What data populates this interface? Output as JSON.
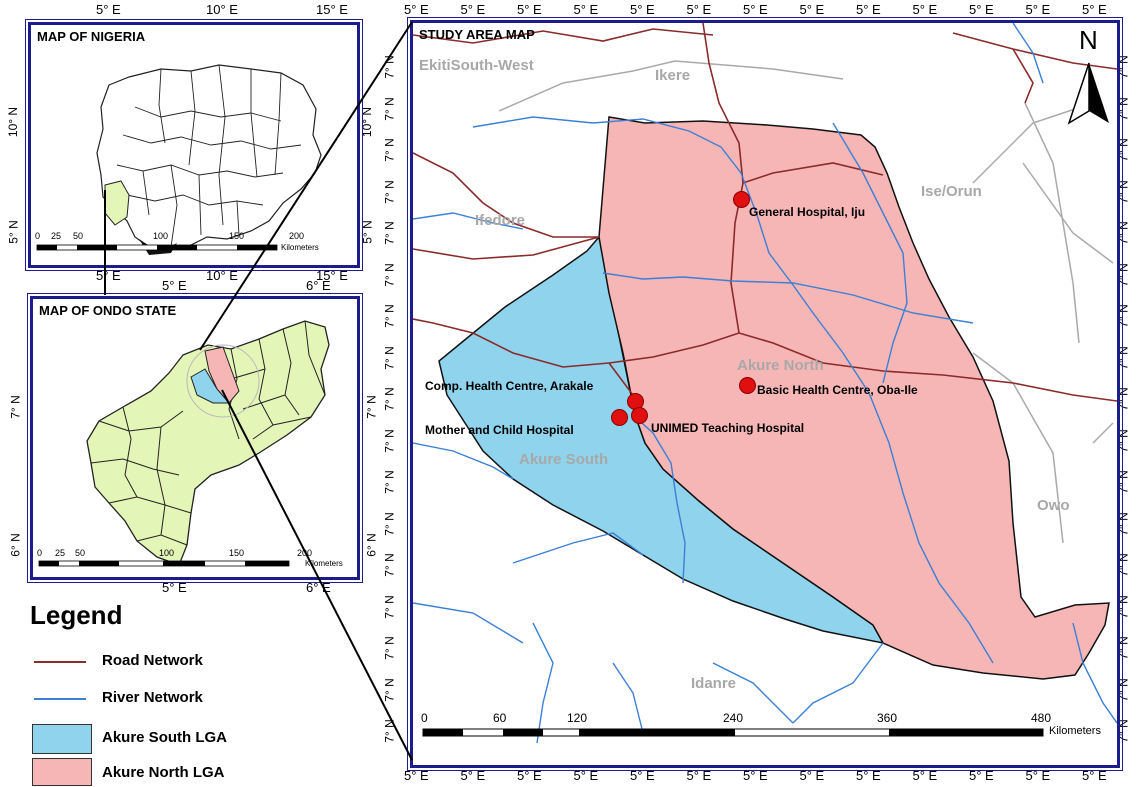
{
  "nigeria_inset": {
    "title": "MAP OF NIGERIA",
    "top_ticks": [
      "5° E",
      "10° E",
      "15° E"
    ],
    "bottom_ticks": [
      "5° E",
      "10° E",
      "15° E"
    ],
    "left_ticks": [
      "10° N",
      "5° N"
    ],
    "right_ticks": [
      "10° N",
      "5° N"
    ],
    "scale": {
      "labels": [
        "0",
        "25",
        "50",
        "100",
        "150",
        "200"
      ],
      "unit": "Kilometers"
    },
    "highlight_color": "#e4f5b8"
  },
  "ondo_inset": {
    "title": "MAP OF ONDO STATE",
    "top_ticks": [
      "5° E",
      "6° E"
    ],
    "bottom_ticks": [
      "5° E",
      "6° E"
    ],
    "left_ticks": [
      "7° N",
      "6° N"
    ],
    "right_ticks": [
      "7° N",
      "6° N"
    ],
    "scale": {
      "labels": [
        "0",
        "25",
        "50",
        "100",
        "150",
        "200"
      ],
      "unit": "Kilometers"
    },
    "fill_color": "#e4f5b8"
  },
  "study_map": {
    "title": "STUDY AREA MAP",
    "north_label": "N",
    "top_ticks": [
      "5° E",
      "5° E",
      "5° E",
      "5° E",
      "5° E",
      "5° E",
      "5° E",
      "5° E",
      "5° E",
      "5° E",
      "5° E",
      "5° E",
      "5° E"
    ],
    "bottom_ticks": [
      "5° E",
      "5° E",
      "5° E",
      "5° E",
      "5° E",
      "5° E",
      "5° E",
      "5° E",
      "5° E",
      "5° E",
      "5° E",
      "5° E",
      "5° E"
    ],
    "left_ticks": [
      "7° N",
      "7° N",
      "7° N",
      "7° N",
      "7° N",
      "7° N",
      "7° N",
      "7° N",
      "7° N",
      "7° N",
      "7° N",
      "7° N",
      "7° N",
      "7° N",
      "7° N",
      "7° N",
      "7° N"
    ],
    "right_ticks": [
      "7° N",
      "7° N",
      "7° N",
      "7° N",
      "7° N",
      "7° N",
      "7° N",
      "7° N",
      "7° N",
      "7° N",
      "7° N",
      "7° N",
      "7° N",
      "7° N",
      "7° N",
      "7° N",
      "7° N"
    ],
    "places": [
      {
        "name": "EkitiSouth-West"
      },
      {
        "name": "Ikere"
      },
      {
        "name": "Ise/Orun"
      },
      {
        "name": "Ifedore"
      },
      {
        "name": "Akure North"
      },
      {
        "name": "Akure South"
      },
      {
        "name": "Owo"
      },
      {
        "name": "Idanre"
      }
    ],
    "facilities": [
      {
        "name": "General Hospital, Iju"
      },
      {
        "name": "Basic Health Centre, Oba-Ile"
      },
      {
        "name": "Comp. Health Centre, Arakale"
      },
      {
        "name": "Mother and Child Hospital"
      },
      {
        "name": "UNIMED Teaching Hospital"
      }
    ],
    "scale": {
      "labels": [
        "0",
        "60",
        "120",
        "240",
        "360",
        "480"
      ],
      "unit": "Kilometers"
    }
  },
  "legend": {
    "title": "Legend",
    "items": [
      {
        "label": "Road Network",
        "color": "#8b2a2a"
      },
      {
        "label": "River Network",
        "color": "#3b7fd6"
      },
      {
        "label": "Akure South LGA",
        "color": "#8fd3ec"
      },
      {
        "label": "Akure North LGA",
        "color": "#f7b6b6"
      }
    ]
  }
}
